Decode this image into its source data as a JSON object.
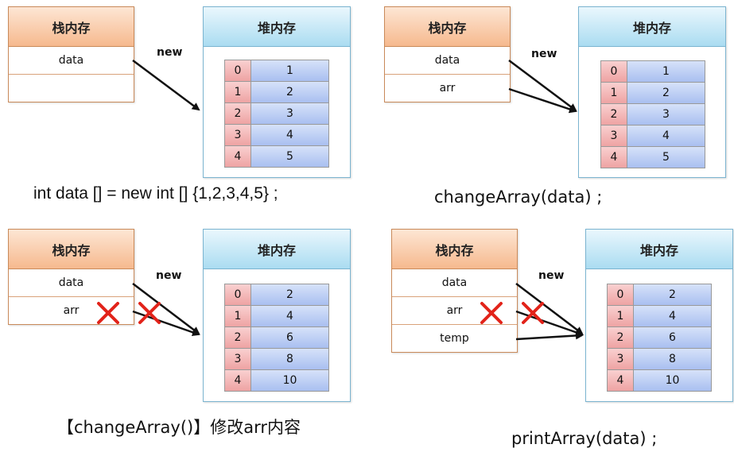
{
  "common": {
    "stack_title": "栈内存",
    "heap_title": "堆内存",
    "new_label": "new"
  },
  "panel1": {
    "stack_rows": [
      "data",
      ""
    ],
    "indices": [
      "0",
      "1",
      "2",
      "3",
      "4"
    ],
    "values": [
      "1",
      "2",
      "3",
      "4",
      "5"
    ],
    "caption": "int data [] = new int [] {1,2,3,4,5} ;"
  },
  "panel2": {
    "stack_rows": [
      "data",
      "arr"
    ],
    "indices": [
      "0",
      "1",
      "2",
      "3",
      "4"
    ],
    "values": [
      "1",
      "2",
      "3",
      "4",
      "5"
    ],
    "caption": "changeArray(data) ;"
  },
  "panel3": {
    "stack_rows": [
      "data",
      "arr"
    ],
    "indices": [
      "0",
      "1",
      "2",
      "3",
      "4"
    ],
    "values": [
      "2",
      "4",
      "6",
      "8",
      "10"
    ],
    "caption": "【changeArray()】修改arr内容"
  },
  "panel4": {
    "stack_rows": [
      "data",
      "arr",
      "temp"
    ],
    "indices": [
      "0",
      "1",
      "2",
      "3",
      "4"
    ],
    "values": [
      "2",
      "4",
      "6",
      "8",
      "10"
    ],
    "caption": "printArray(data) ;"
  }
}
